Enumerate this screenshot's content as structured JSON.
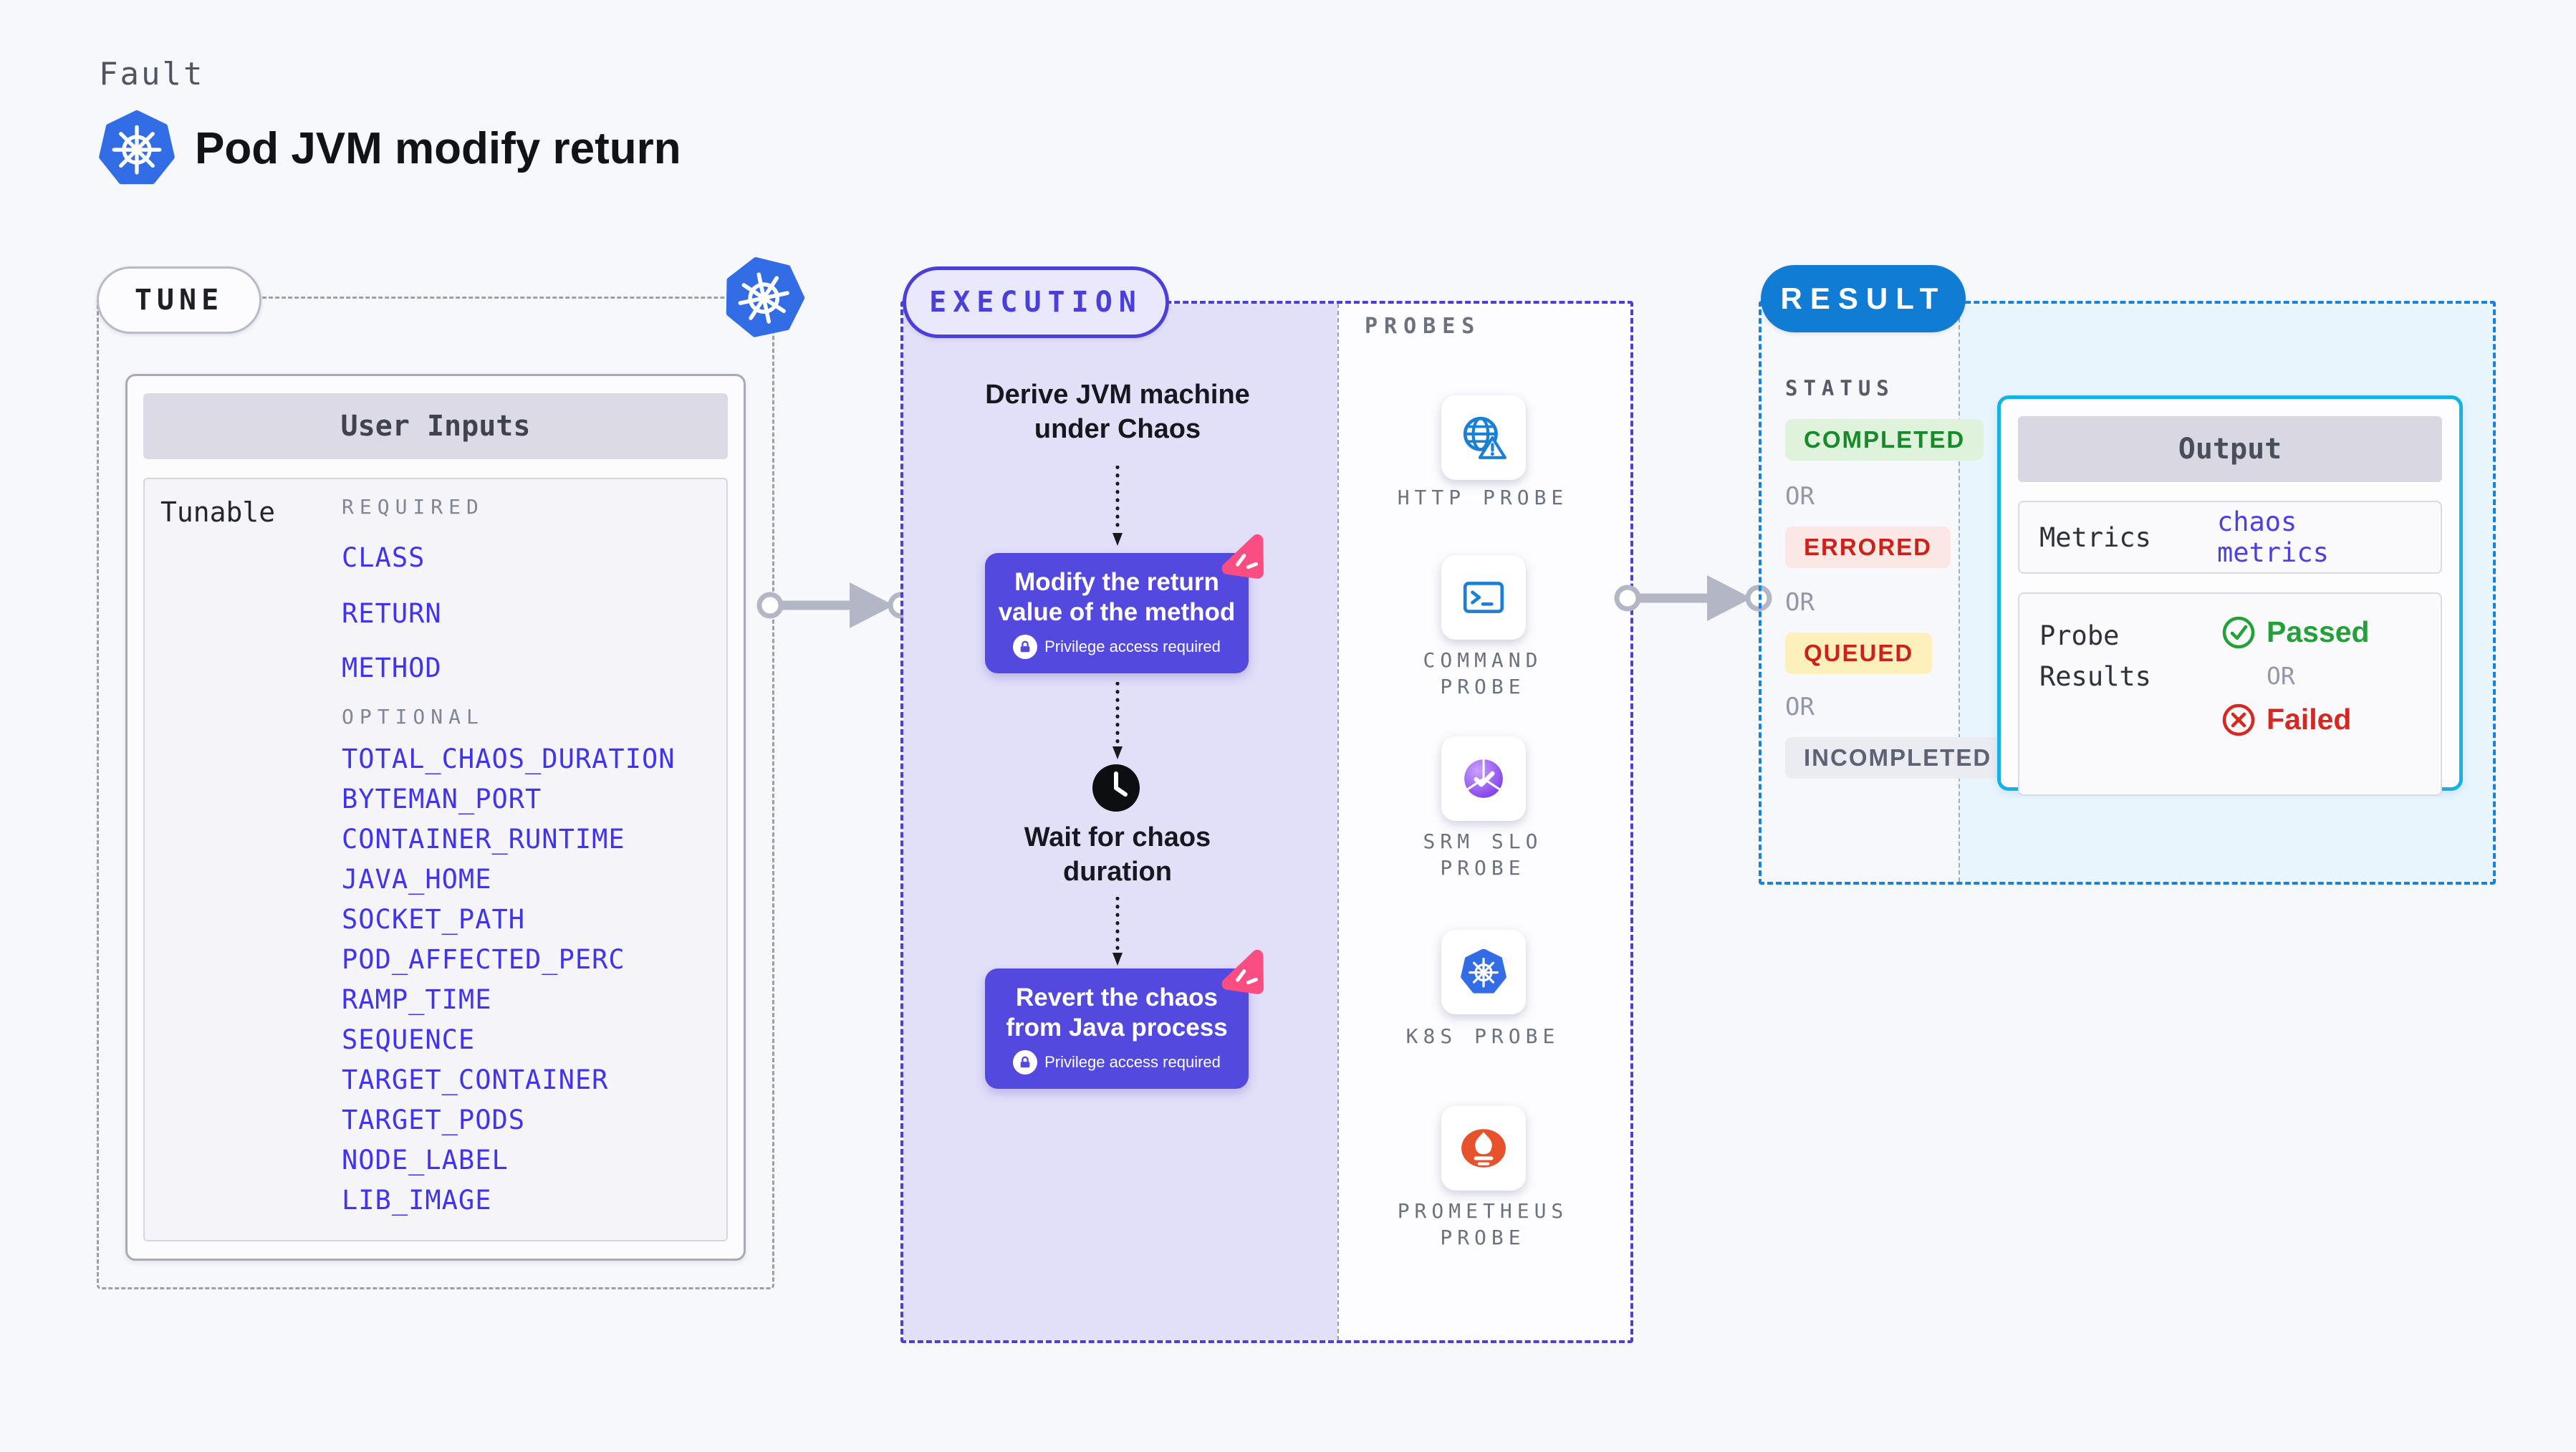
{
  "header": {
    "kicker": "Fault",
    "title": "Pod JVM modify return",
    "icon": "kubernetes-icon"
  },
  "tune": {
    "pill_label": "TUNE",
    "card_title": "User Inputs",
    "row_label": "Tunable",
    "required_label": "REQUIRED",
    "required_items": [
      "CLASS",
      "RETURN",
      "METHOD"
    ],
    "optional_label": "OPTIONAL",
    "optional_items": [
      "TOTAL_CHAOS_DURATION",
      "BYTEMAN_PORT",
      "CONTAINER_RUNTIME",
      "JAVA_HOME",
      "SOCKET_PATH",
      "POD_AFFECTED_PERC",
      "RAMP_TIME",
      "SEQUENCE",
      "TARGET_CONTAINER",
      "TARGET_PODS",
      "NODE_LABEL",
      "LIB_IMAGE"
    ]
  },
  "execution": {
    "pill_label": "EXECUTION",
    "step_derive": "Derive JVM machine under Chaos",
    "step_modify": {
      "label": "Modify the return value of the method",
      "badge": "Privilege access required"
    },
    "step_wait": "Wait for chaos duration",
    "step_revert": {
      "label": "Revert the chaos from Java process",
      "badge": "Privilege access required"
    }
  },
  "probes": {
    "label": "PROBES",
    "items": [
      {
        "name": "HTTP PROBE",
        "icon": "globe-alert-icon"
      },
      {
        "name": "COMMAND PROBE",
        "icon": "terminal-icon"
      },
      {
        "name": "SRM SLO PROBE",
        "icon": "slo-gauge-icon"
      },
      {
        "name": "K8S PROBE",
        "icon": "kubernetes-icon"
      },
      {
        "name": "PROMETHEUS PROBE",
        "icon": "prometheus-icon"
      }
    ]
  },
  "result": {
    "pill_label": "RESULT",
    "status_label": "STATUS",
    "or_label": "OR",
    "statuses": [
      {
        "label": "COMPLETED",
        "bg": "#dff3dc",
        "color": "#178a2a"
      },
      {
        "label": "ERRORED",
        "bg": "#fbe7e4",
        "color": "#cc221a"
      },
      {
        "label": "QUEUED",
        "bg": "#fdf0bd",
        "color": "#cc221a"
      },
      {
        "label": "INCOMPLETED",
        "bg": "#ebebf2",
        "color": "#5d6374"
      }
    ],
    "output": {
      "title": "Output",
      "metrics_label": "Metrics",
      "metrics_value": "chaos metrics",
      "probe_results_label": "Probe Results",
      "passed_label": "Passed",
      "or_label": "OR",
      "failed_label": "Failed"
    }
  },
  "colors": {
    "accent_indigo": "#4a3fd8",
    "action_purple": "#5349de",
    "result_blue": "#117cd4",
    "output_border": "#15b2e5",
    "link_blue": "#4134f0",
    "litmus_pink": "#fa4d82",
    "k8s_blue": "#326de6",
    "prometheus_orange": "#e6522c",
    "probe_icon_blue": "#1a7fd8",
    "passed_green": "#21a136",
    "failed_red": "#d6281e",
    "arrow_gray": "#b3b6c4"
  }
}
